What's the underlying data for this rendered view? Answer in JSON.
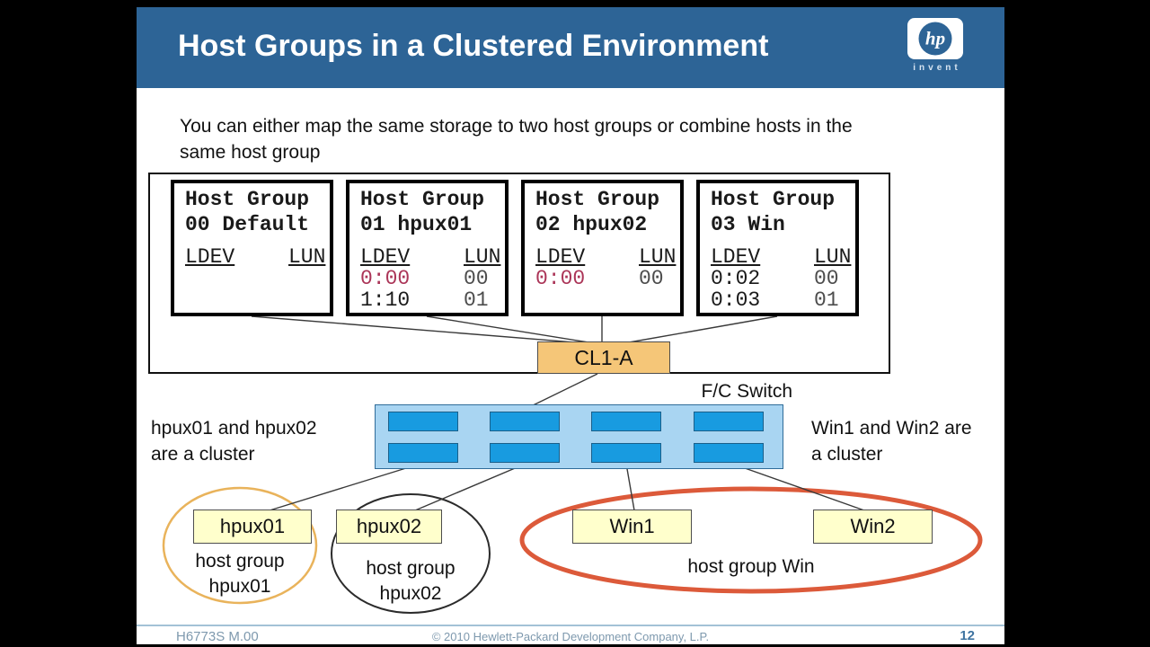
{
  "colors": {
    "header-blue": "#2d6496",
    "cl1a-fill": "#f5c678",
    "switch-fill": "#a9d5f2",
    "switch-border": "#2f6c99",
    "port-fill": "#189be0",
    "port-border": "#1a5f8a",
    "host-fill": "#ffffcc",
    "ldev-highlight": "#ab3558",
    "orange-ellipse": "#e9b35b",
    "black-ellipse": "#2b2b2b",
    "red-ellipse": "#dc5a3a",
    "footer-line": "#a3c2d6",
    "footer-text": "#7e99ae",
    "page-number": "#3f74a1"
  },
  "header": {
    "title": "Host Groups in a Clustered Environment",
    "logo_hp": "hp",
    "logo_invent": "invent"
  },
  "intro": {
    "line1": "You can either map the same storage to two host groups or combine hosts in the",
    "line2": "same host group"
  },
  "storage": {
    "cl1a_label": "CL1-A",
    "host_groups": [
      {
        "title_line1": "Host Group",
        "title_line2": "00 Default",
        "col1": "LDEV",
        "col2": "LUN",
        "rows": []
      },
      {
        "title_line1": "Host Group",
        "title_line2": "01 hpux01",
        "col1": "LDEV",
        "col2": "LUN",
        "rows": [
          {
            "ldev": "0:00",
            "lun": "00",
            "highlight": true
          },
          {
            "ldev": "1:10",
            "lun": "01",
            "highlight": false
          }
        ]
      },
      {
        "title_line1": "Host Group",
        "title_line2": "02 hpux02",
        "col1": "LDEV",
        "col2": "LUN",
        "rows": [
          {
            "ldev": "0:00",
            "lun": "00",
            "highlight": true
          }
        ]
      },
      {
        "title_line1": "Host Group",
        "title_line2": "03 Win",
        "col1": "LDEV",
        "col2": "LUN",
        "rows": [
          {
            "ldev": "0:02",
            "lun": "00",
            "highlight": false
          },
          {
            "ldev": "0:03",
            "lun": "01",
            "highlight": false
          }
        ]
      }
    ]
  },
  "network": {
    "switch_label": "F/C Switch"
  },
  "notes": {
    "left_line1": "hpux01 and hpux02",
    "left_line2": "are a cluster",
    "right_line1": "Win1 and Win2 are",
    "right_line2": "a cluster"
  },
  "hosts": [
    {
      "name": "hpux01"
    },
    {
      "name": "hpux02"
    },
    {
      "name": "Win1"
    },
    {
      "name": "Win2"
    }
  ],
  "group_labels": {
    "hpux01_line1": "host group",
    "hpux01_line2": "hpux01",
    "hpux02_line1": "host group",
    "hpux02_line2": "hpux02",
    "win": "host group Win"
  },
  "footer": {
    "course": "H6773S M.00",
    "copyright": "© 2010 Hewlett-Packard Development Company, L.P.",
    "page": "12"
  }
}
